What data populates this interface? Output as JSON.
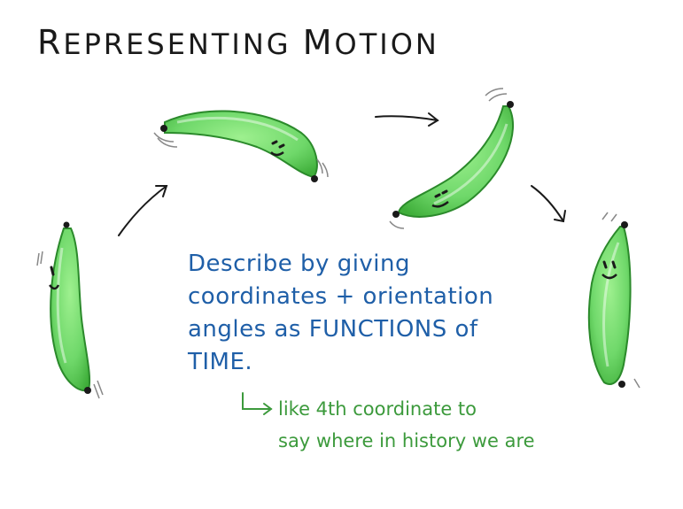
{
  "title": {
    "first_letter": "R",
    "rest1": "EPRESENTING ",
    "second_letter": "M",
    "rest2": "OTION"
  },
  "main_text": {
    "line1": "Describe by giving",
    "line2": "coordinates + orientation",
    "line3": "angles as FUNCTIONS of",
    "line4": "TIME."
  },
  "note": {
    "line1": "like 4th coordinate to",
    "line2": "say where in history we are"
  },
  "colors": {
    "banana_fill": "#6fd86a",
    "banana_dark": "#3fae3a",
    "banana_outline": "#2b8a2b",
    "text_blue": "#1f5fa8",
    "text_green": "#3c9a3c",
    "ink": "#1a1a1a"
  }
}
